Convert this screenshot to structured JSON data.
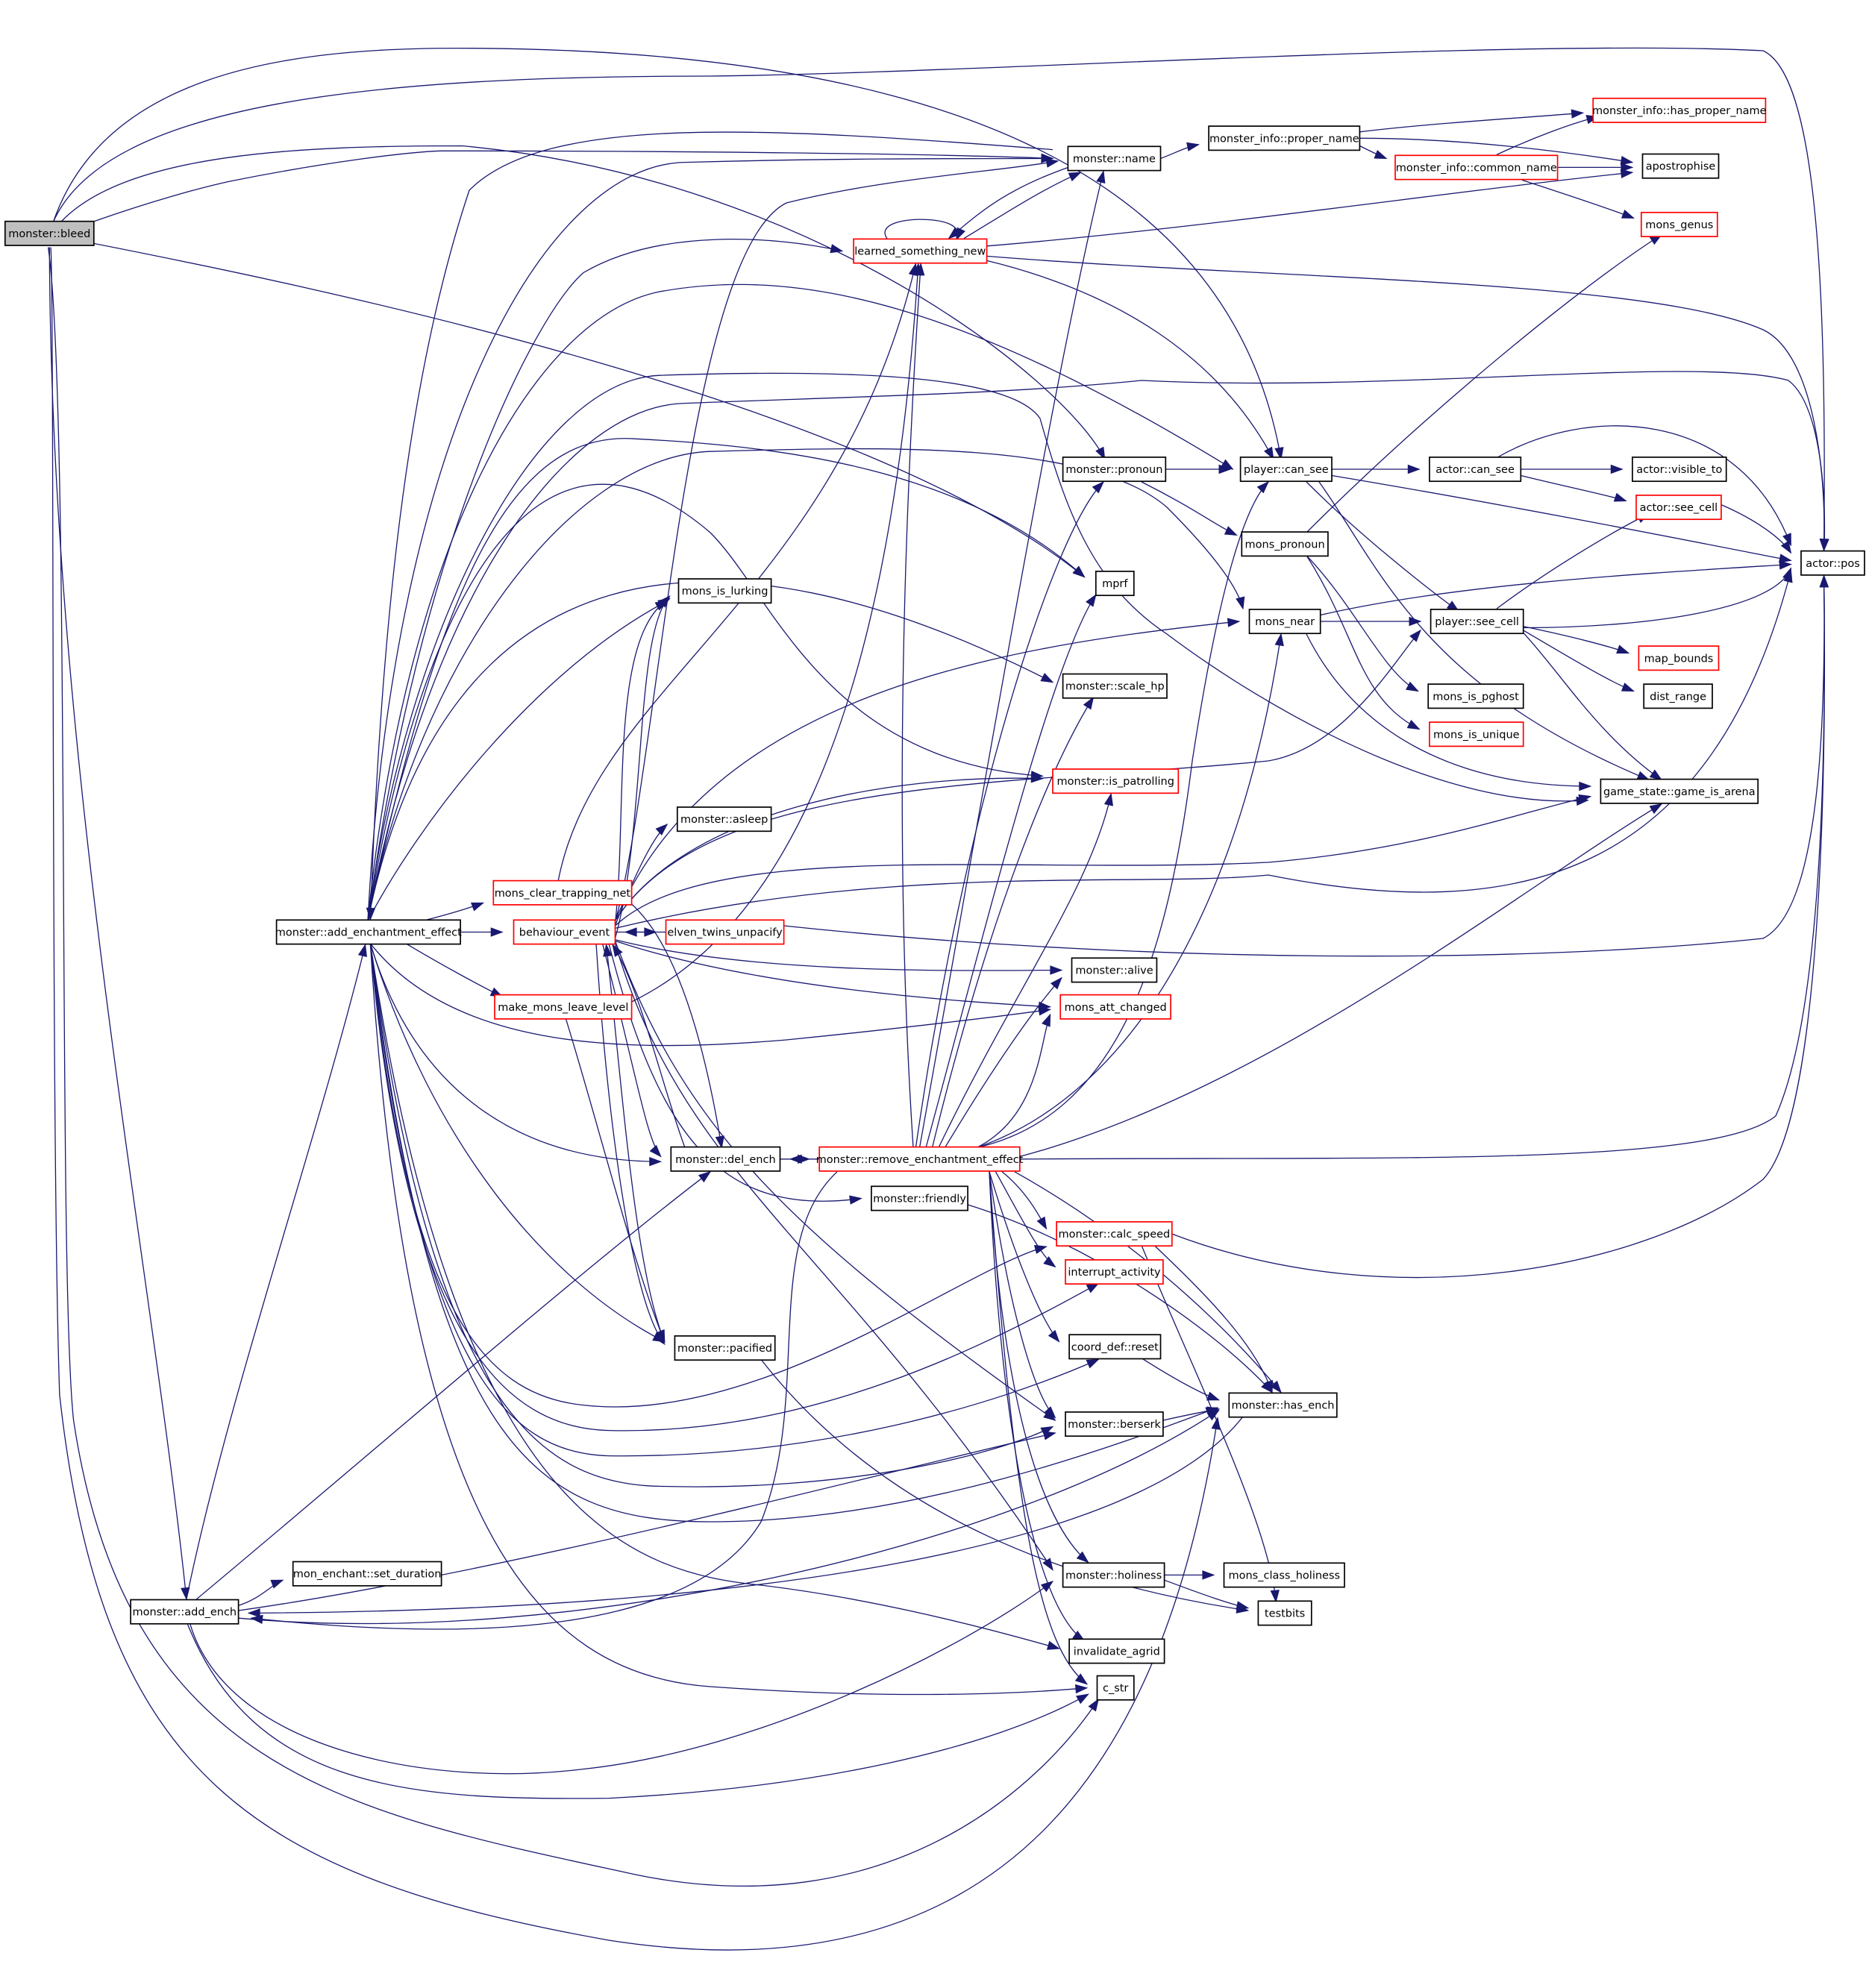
{
  "nodes": [
    {
      "id": "bleed",
      "label": "monster::bleed",
      "style": "root"
    },
    {
      "id": "add_enchantment_effect",
      "label": "monster::add_enchantment_effect",
      "style": "normal"
    },
    {
      "id": "add_ench",
      "label": "monster::add_ench",
      "style": "normal"
    },
    {
      "id": "set_duration",
      "label": "mon_enchant::set_duration",
      "style": "normal"
    },
    {
      "id": "name",
      "label": "monster::name",
      "style": "normal"
    },
    {
      "id": "proper_name",
      "label": "monster_info::proper_name",
      "style": "normal"
    },
    {
      "id": "has_proper_name",
      "label": "monster_info::has_proper_name",
      "style": "red"
    },
    {
      "id": "common_name",
      "label": "monster_info::common_name",
      "style": "red"
    },
    {
      "id": "apostrophise",
      "label": "apostrophise",
      "style": "normal"
    },
    {
      "id": "mons_genus",
      "label": "mons_genus",
      "style": "red"
    },
    {
      "id": "learned_something_new",
      "label": "learned_something_new",
      "style": "red"
    },
    {
      "id": "pronoun",
      "label": "monster::pronoun",
      "style": "normal"
    },
    {
      "id": "player_can_see",
      "label": "player::can_see",
      "style": "normal"
    },
    {
      "id": "actor_can_see",
      "label": "actor::can_see",
      "style": "normal"
    },
    {
      "id": "visible_to",
      "label": "actor::visible_to",
      "style": "normal"
    },
    {
      "id": "see_cell",
      "label": "actor::see_cell",
      "style": "red"
    },
    {
      "id": "pos",
      "label": "actor::pos",
      "style": "normal"
    },
    {
      "id": "mons_pronoun",
      "label": "mons_pronoun",
      "style": "normal"
    },
    {
      "id": "mprf",
      "label": "mprf",
      "style": "normal"
    },
    {
      "id": "mons_is_lurking",
      "label": "mons_is_lurking",
      "style": "normal"
    },
    {
      "id": "mons_near",
      "label": "mons_near",
      "style": "normal"
    },
    {
      "id": "player_see_cell",
      "label": "player::see_cell",
      "style": "normal"
    },
    {
      "id": "map_bounds",
      "label": "map_bounds",
      "style": "red"
    },
    {
      "id": "dist_range",
      "label": "dist_range",
      "style": "normal"
    },
    {
      "id": "mons_is_pghost",
      "label": "mons_is_pghost",
      "style": "normal"
    },
    {
      "id": "mons_is_unique",
      "label": "mons_is_unique",
      "style": "red"
    },
    {
      "id": "scale_hp",
      "label": "monster::scale_hp",
      "style": "normal"
    },
    {
      "id": "is_patrolling",
      "label": "monster::is_patrolling",
      "style": "red"
    },
    {
      "id": "game_is_arena",
      "label": "game_state::game_is_arena",
      "style": "normal"
    },
    {
      "id": "asleep",
      "label": "monster::asleep",
      "style": "normal"
    },
    {
      "id": "mons_clear_trapping_net",
      "label": "mons_clear_trapping_net",
      "style": "red"
    },
    {
      "id": "behaviour_event",
      "label": "behaviour_event",
      "style": "red"
    },
    {
      "id": "elven_twins_unpacify",
      "label": "elven_twins_unpacify",
      "style": "red"
    },
    {
      "id": "alive",
      "label": "monster::alive",
      "style": "normal"
    },
    {
      "id": "make_mons_leave_level",
      "label": "make_mons_leave_level",
      "style": "red"
    },
    {
      "id": "mons_att_changed",
      "label": "mons_att_changed",
      "style": "red"
    },
    {
      "id": "del_ench",
      "label": "monster::del_ench",
      "style": "normal"
    },
    {
      "id": "remove_enchantment_effect",
      "label": "monster::remove_enchantment_effect",
      "style": "red"
    },
    {
      "id": "friendly",
      "label": "monster::friendly",
      "style": "normal"
    },
    {
      "id": "calc_speed",
      "label": "monster::calc_speed",
      "style": "red"
    },
    {
      "id": "interrupt_activity",
      "label": "interrupt_activity",
      "style": "red"
    },
    {
      "id": "pacified",
      "label": "monster::pacified",
      "style": "normal"
    },
    {
      "id": "reset",
      "label": "coord_def::reset",
      "style": "normal"
    },
    {
      "id": "has_ench",
      "label": "monster::has_ench",
      "style": "normal"
    },
    {
      "id": "berserk",
      "label": "monster::berserk",
      "style": "normal"
    },
    {
      "id": "holiness",
      "label": "monster::holiness",
      "style": "normal"
    },
    {
      "id": "mons_class_holiness",
      "label": "mons_class_holiness",
      "style": "normal"
    },
    {
      "id": "testbits",
      "label": "testbits",
      "style": "normal"
    },
    {
      "id": "invalidate_agrid",
      "label": "invalidate_agrid",
      "style": "normal"
    },
    {
      "id": "c_str",
      "label": "c_str",
      "style": "normal"
    }
  ],
  "colors": {
    "edge": "#191970",
    "node_border": "#000000",
    "node_border_red": "#ff0000",
    "root_fill": "#bfbfbf",
    "background": "#ffffff"
  }
}
